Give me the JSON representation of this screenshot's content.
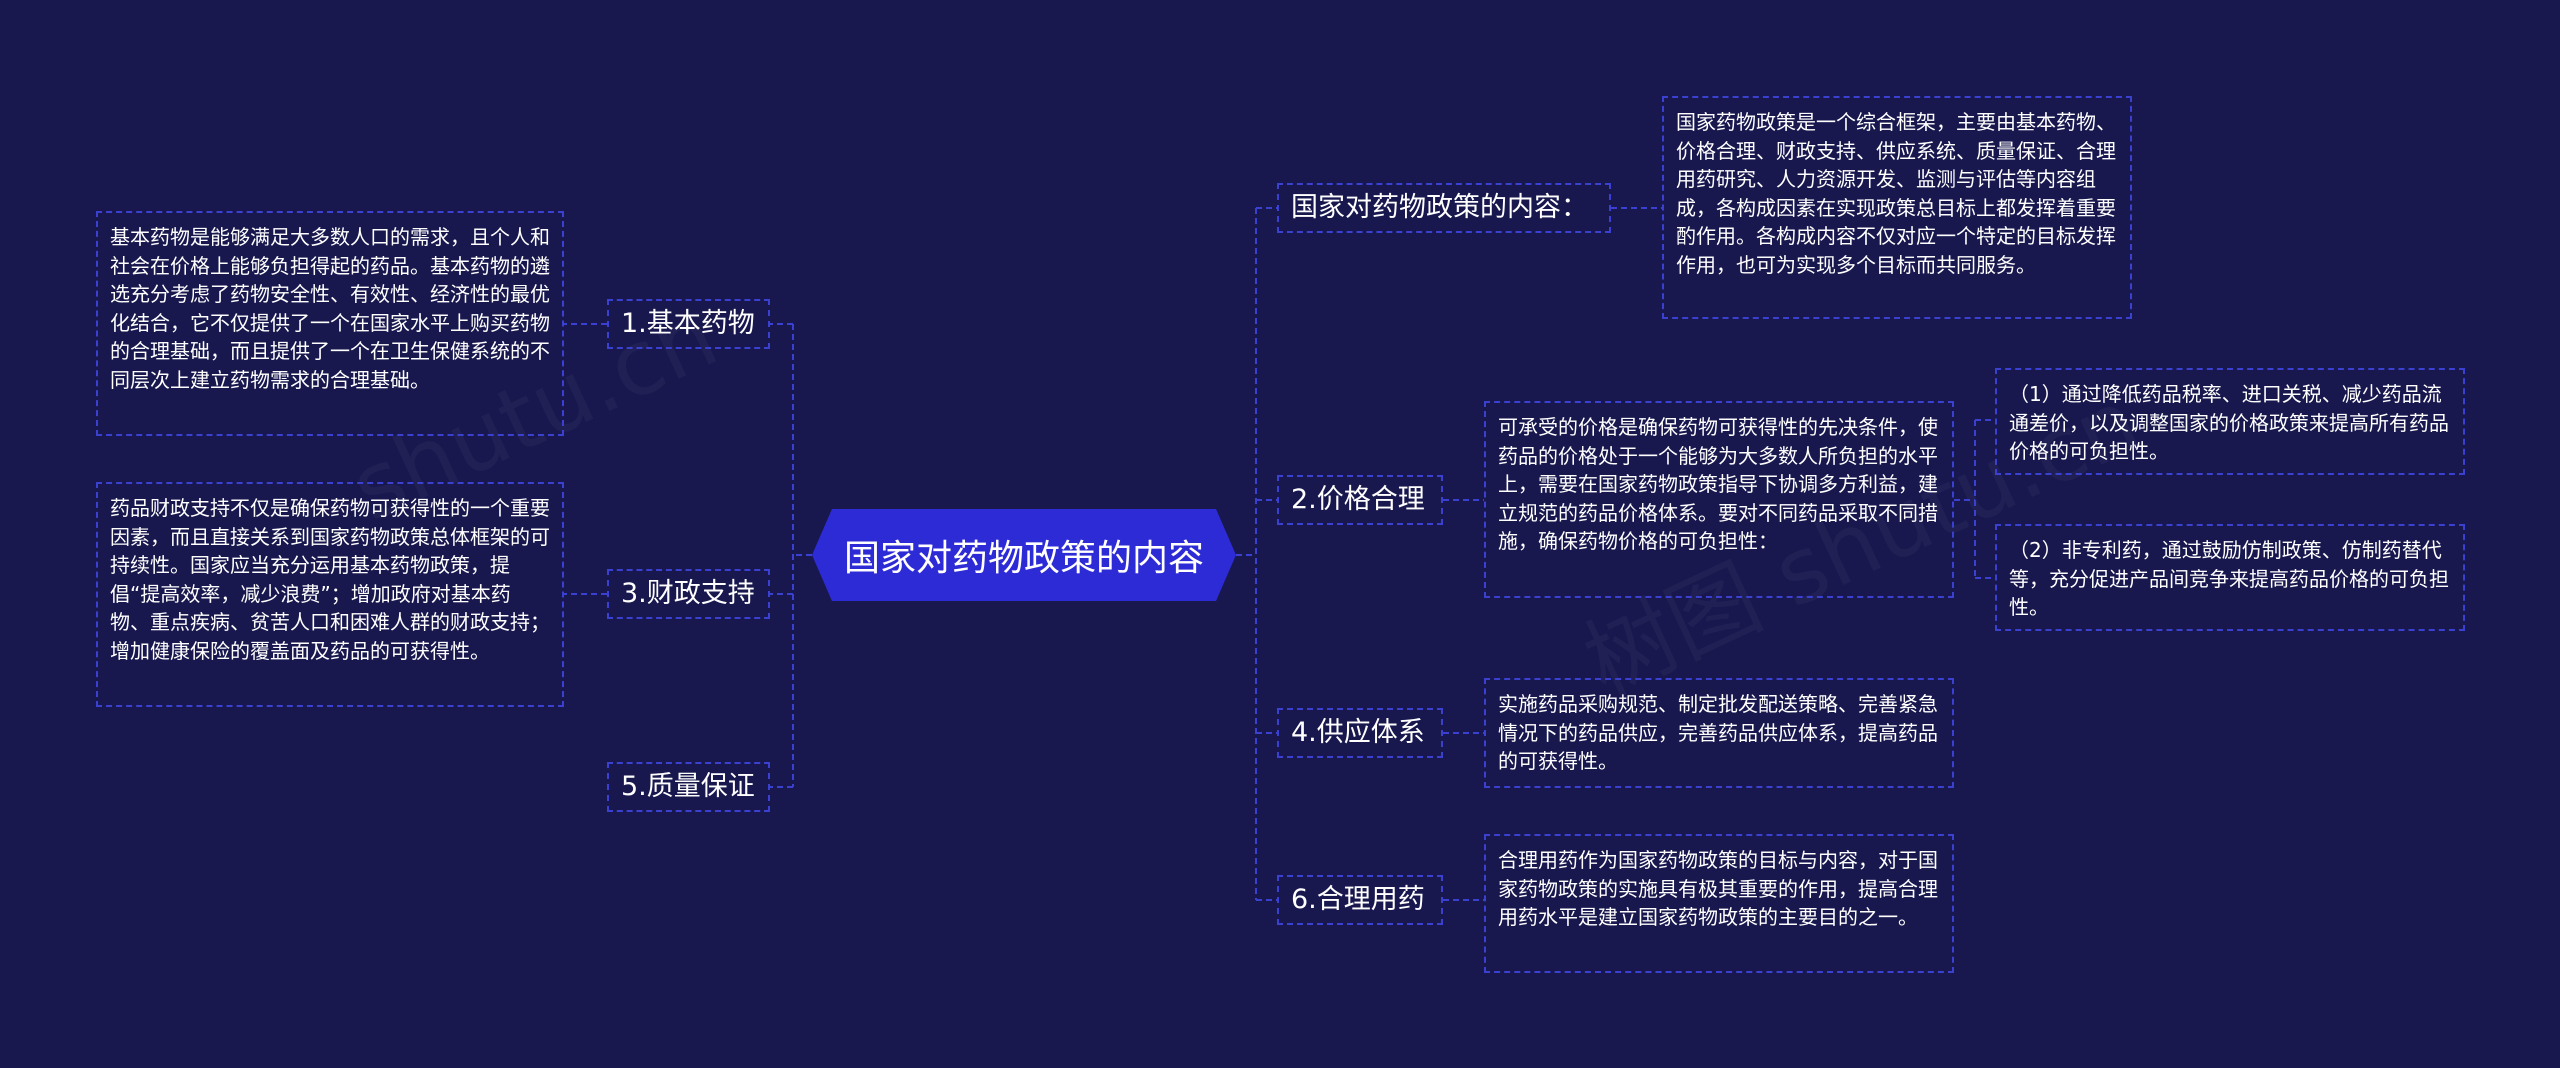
{
  "root": {
    "title": "国家对药物政策的内容"
  },
  "left": [
    {
      "label": "1.基本药物",
      "note": "基本药物是能够满足大多数人口的需求，且个人和社会在价格上能够负担得起的药品。基本药物的遴选充分考虑了药物安全性、有效性、经济性的最优化结合，它不仅提供了一个在国家水平上购买药物的合理基础，而且提供了一个在卫生保健系统的不同层次上建立药物需求的合理基础。"
    },
    {
      "label": "3.财政支持",
      "note": "药品财政支持不仅是确保药物可获得性的一个重要因素，而且直接关系到国家药物政策总体框架的可持续性。国家应当充分运用基本药物政策，提倡“提高效率，减少浪费”；增加政府对基本药物、重点疾病、贫苦人口和困难人群的财政支持；增加健康保险的覆盖面及药品的可获得性。"
    },
    {
      "label": "5.质量保证"
    }
  ],
  "right": [
    {
      "label": "国家对药物政策的内容：",
      "note": "国家药物政策是一个综合框架，主要由基本药物、价格合理、财政支持、供应系统、质量保证、合理用药研究、人力资源开发、监测与评估等内容组成，各构成因素在实现政策总目标上都发挥着重要酌作用。各构成内容不仅对应一个特定的目标发挥作用，也可为实现多个目标而共同服务。"
    },
    {
      "label": "2.价格合理",
      "note": "可承受的价格是确保药物可获得性的先决条件，使药品的价格处于一个能够为大多数人所负担的水平上，需要在国家药物政策指导下协调多方利益，建立规范的药品价格体系。要对不同药品采取不同措施，确保药物价格的可负担性：",
      "subs": [
        "（1）通过降低药品税率、进口关税、减少药品流通差价，以及调整国家的价格政策来提高所有药品价格的可负担性。",
        "（2）非专利药，通过鼓励仿制政策、仿制药替代等，充分促进产品间竞争来提高药品价格的可负担性。"
      ]
    },
    {
      "label": "4.供应体系",
      "note": "实施药品采购规范、制定批发配送策略、完善紧急情况下的药品供应，完善药品供应体系，提高药品的可获得性。"
    },
    {
      "label": "6.合理用药",
      "note": "合理用药作为国家药物政策的目标与内容，对于国家药物政策的实施具有极其重要的作用，提高合理用药水平是建立国家药物政策的主要目的之一。"
    }
  ],
  "watermarks": [
    "shutu.cn",
    "树图 shutu.cn"
  ],
  "colors": {
    "background": "#18184f",
    "root": "#2d2bd6",
    "border": "#3a40d0",
    "line": "#3a40d0"
  }
}
